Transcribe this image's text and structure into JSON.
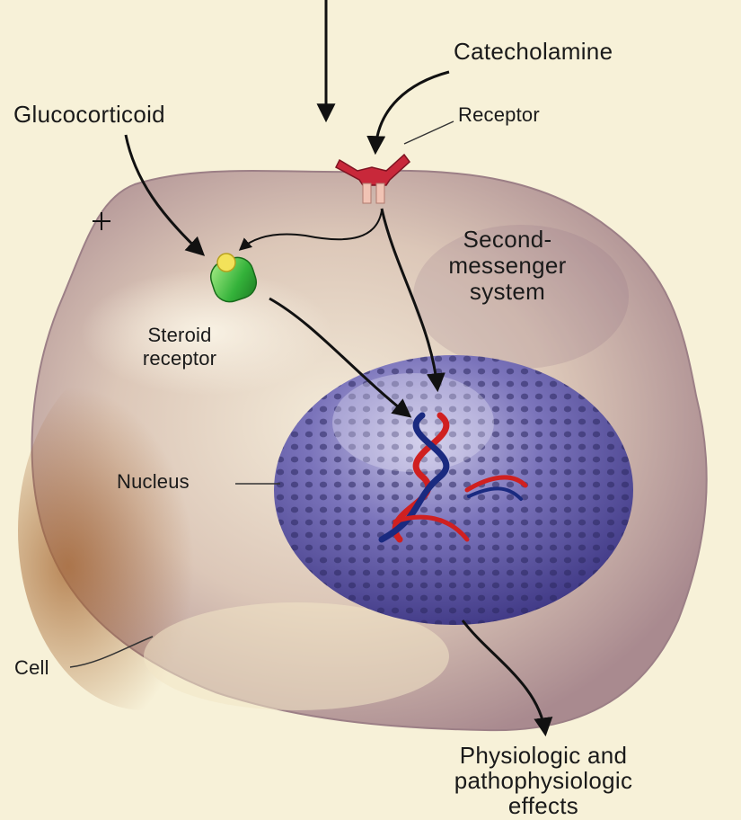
{
  "labels": {
    "catecholamine": "Catecholamine",
    "glucocorticoid": "Glucocorticoid",
    "receptor": "Receptor",
    "second_messenger_line1": "Second-",
    "second_messenger_line2": "messenger",
    "second_messenger_line3": "system",
    "steroid_receptor_line1": "Steroid",
    "steroid_receptor_line2": "receptor",
    "nucleus": "Nucleus",
    "cell": "Cell",
    "effects_line1": "Physiologic and",
    "effects_line2": "pathophysiologic",
    "effects_line3": "effects"
  },
  "colors": {
    "background": "#f7f1d8",
    "cell_body": "#b89a9a",
    "nucleus": "#5a55a0",
    "receptor": "#c8283a",
    "steroid_receptor": "#3cb43c",
    "dna_red": "#d02020",
    "dna_blue": "#1a2a80",
    "arrow": "#111111"
  }
}
